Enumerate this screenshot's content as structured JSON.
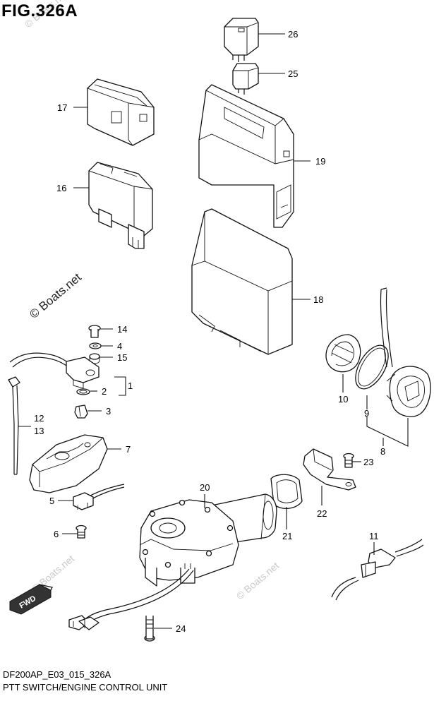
{
  "figure": {
    "title": "FIG.326A",
    "model_code": "DF200AP_E03_015_326A",
    "caption": "PTT SWITCH/ENGINE CONTROL UNIT"
  },
  "watermark": {
    "text": "© Boats.net"
  },
  "callouts": [
    {
      "id": "c26",
      "label": "26"
    },
    {
      "id": "c25",
      "label": "25"
    },
    {
      "id": "c17",
      "label": "17"
    },
    {
      "id": "c19",
      "label": "19"
    },
    {
      "id": "c16",
      "label": "16"
    },
    {
      "id": "c18",
      "label": "18"
    },
    {
      "id": "c14",
      "label": "14"
    },
    {
      "id": "c4",
      "label": "4"
    },
    {
      "id": "c15",
      "label": "15"
    },
    {
      "id": "c1",
      "label": "1"
    },
    {
      "id": "c2",
      "label": "2"
    },
    {
      "id": "c3",
      "label": "3"
    },
    {
      "id": "c12",
      "label": "12"
    },
    {
      "id": "c13",
      "label": "13"
    },
    {
      "id": "c7",
      "label": "7"
    },
    {
      "id": "c10",
      "label": "10"
    },
    {
      "id": "c9",
      "label": "9"
    },
    {
      "id": "c8",
      "label": "8"
    },
    {
      "id": "c23",
      "label": "23"
    },
    {
      "id": "c20",
      "label": "20"
    },
    {
      "id": "c5",
      "label": "5"
    },
    {
      "id": "c22",
      "label": "22"
    },
    {
      "id": "c21",
      "label": "21"
    },
    {
      "id": "c6",
      "label": "6"
    },
    {
      "id": "c11",
      "label": "11"
    },
    {
      "id": "c24",
      "label": "24"
    }
  ],
  "direction_arrow": {
    "label": "FWD"
  }
}
